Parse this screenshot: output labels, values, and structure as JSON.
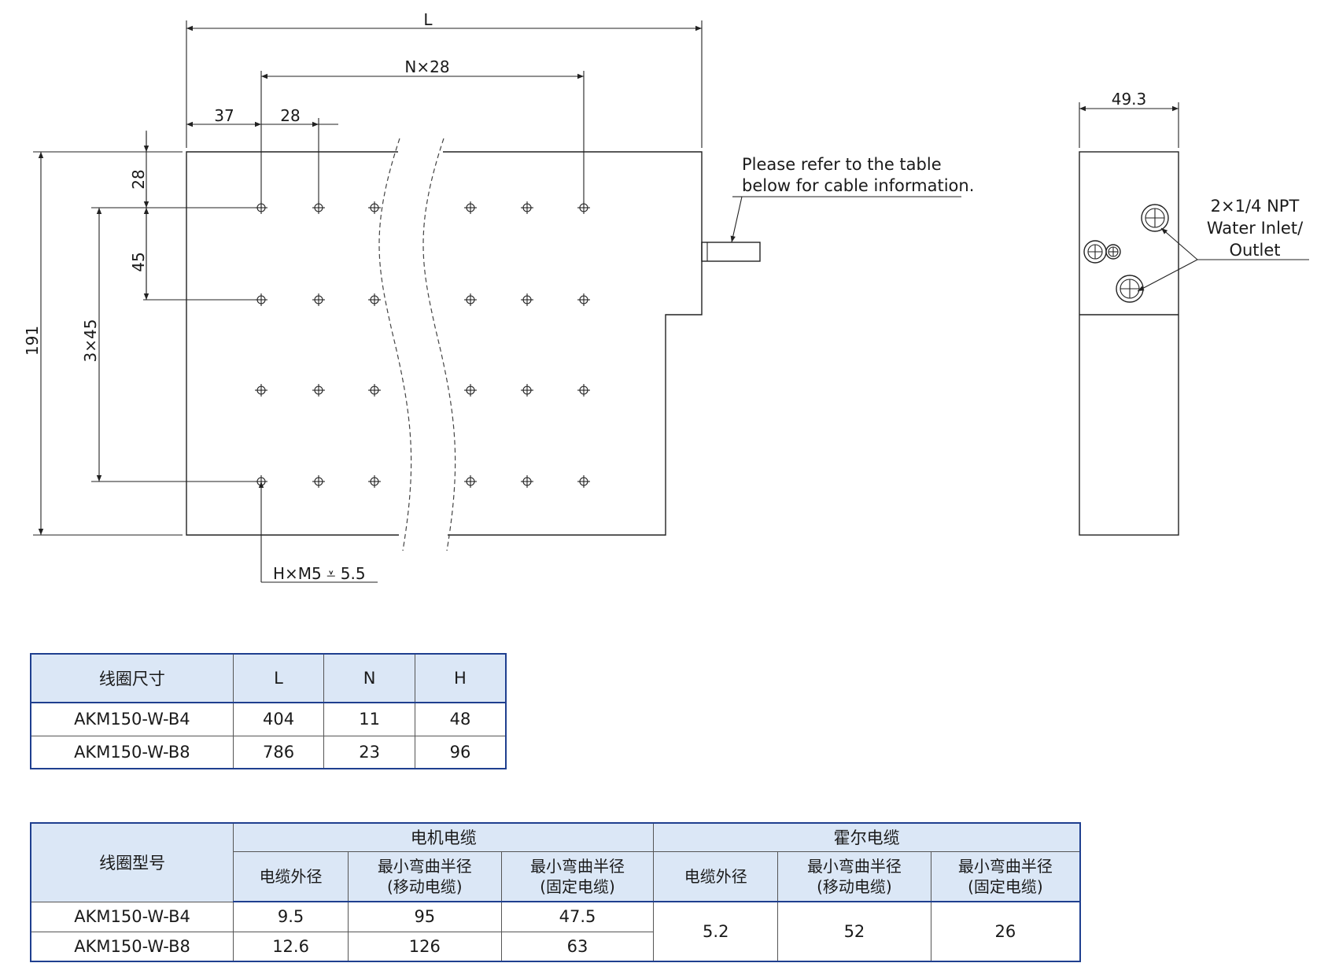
{
  "drawing": {
    "dim_L": "L",
    "dim_N28": "N×28",
    "dim_37": "37",
    "dim_28_top": "28",
    "dim_28_side": "28",
    "dim_45": "45",
    "dim_3x45": "3×45",
    "dim_191": "191",
    "dim_49_3": "49.3",
    "hole_callout": "H×M5 ⩡ 5.5",
    "cable_note_line1": "Please refer to the table",
    "cable_note_line2": "below for cable information.",
    "water_line1": "2×1/4 NPT",
    "water_line2": "Water Inlet/",
    "water_line3": "Outlet"
  },
  "table1": {
    "headers": [
      "线圈尺寸",
      "L",
      "N",
      "H"
    ],
    "rows": [
      [
        "AKM150-W-B4",
        "404",
        "11",
        "48"
      ],
      [
        "AKM150-W-B8",
        "786",
        "23",
        "96"
      ]
    ]
  },
  "table2": {
    "model_header": "线圈型号",
    "group_motor": "电机电缆",
    "group_hall": "霍尔电缆",
    "sub_headers": [
      [
        "电缆外径"
      ],
      [
        "最小弯曲半径",
        "(移动电缆)"
      ],
      [
        "最小弯曲半径",
        "(固定电缆)"
      ],
      [
        "电缆外径"
      ],
      [
        "最小弯曲半径",
        "(移动电缆)"
      ],
      [
        "最小弯曲半径",
        "(固定电缆)"
      ]
    ],
    "rows": [
      [
        "AKM150-W-B4",
        "9.5",
        "95",
        "47.5"
      ],
      [
        "AKM150-W-B8",
        "12.6",
        "126",
        "63"
      ]
    ],
    "hall_values": [
      "5.2",
      "52",
      "26"
    ]
  },
  "colors": {
    "header_fill": "#dbe7f6",
    "table_border": "#1f3f8f",
    "line": "#222222"
  }
}
